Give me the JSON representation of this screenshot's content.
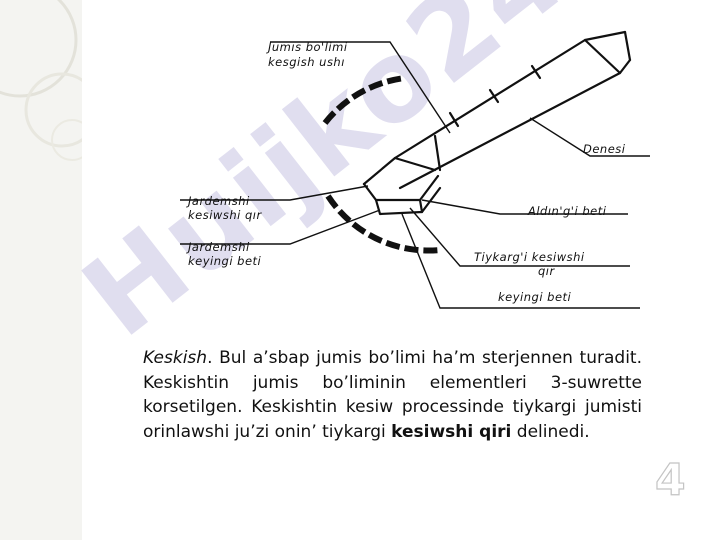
{
  "diagram": {
    "labels": {
      "top_line1": "Jumıs  bo'limi",
      "top_line2": "kesgish  ushı",
      "body": "Denesi",
      "aux_edge_1": "Jardemshi",
      "aux_edge_2": "kesiwshi  qır",
      "aux_back_1": "Jardemshi",
      "aux_back_2": "keyingi  beti",
      "front_face": "Aldın'g'i  beti",
      "main_edge_1": "Tiykarg'i  kesiwshi",
      "main_edge_2": "qır",
      "back_face": "keyingi  beti"
    },
    "watermark": "Huijko24"
  },
  "text": {
    "term": "Keskish",
    "part1": ". Bul a’sbap jumis bo’limi ha’m sterjennen turadit. Keskishtin jumis bo’liminin elementleri 3-suwrette korsetilgen. Keskishtin kesiw processinde tiykargi jumisti orinlawshi ju’zi onin’ tiykargi ",
    "bold": "kesiwshi qiri",
    "part2": " delinedi."
  },
  "page_number": "4"
}
